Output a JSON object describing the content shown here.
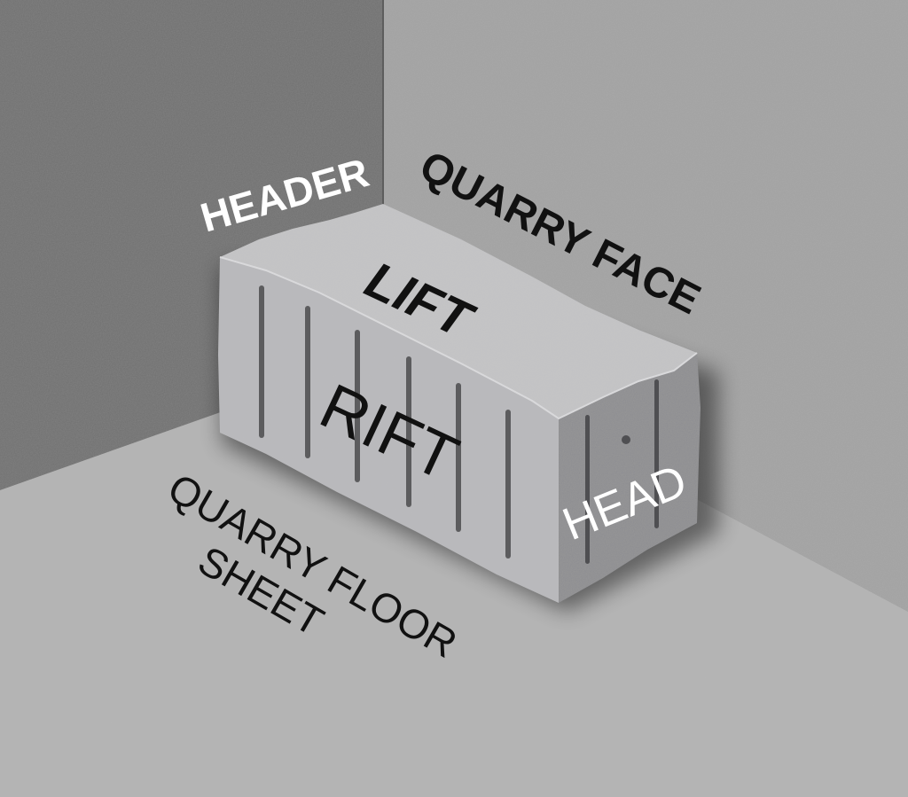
{
  "diagram": {
    "labels": {
      "header": "HEADER",
      "quarry_face": "QUARRY FACE",
      "lift": "LIFT",
      "rift": "RIFT",
      "head": "HEAD",
      "quarry_floor": "QUARRY FLOOR",
      "sheet": "SHEET"
    },
    "colors": {
      "left_wall": "#6f6f6f",
      "back_wall": "#a3a3a3",
      "floor": "#b4b4b4",
      "block_top": "#c4c4c6",
      "block_front": "#b9b9bc",
      "block_end": "#8d8d90",
      "drill_groove": "#5c5c5e",
      "dark_text": "#111111",
      "light_text": "#ffffff"
    }
  }
}
